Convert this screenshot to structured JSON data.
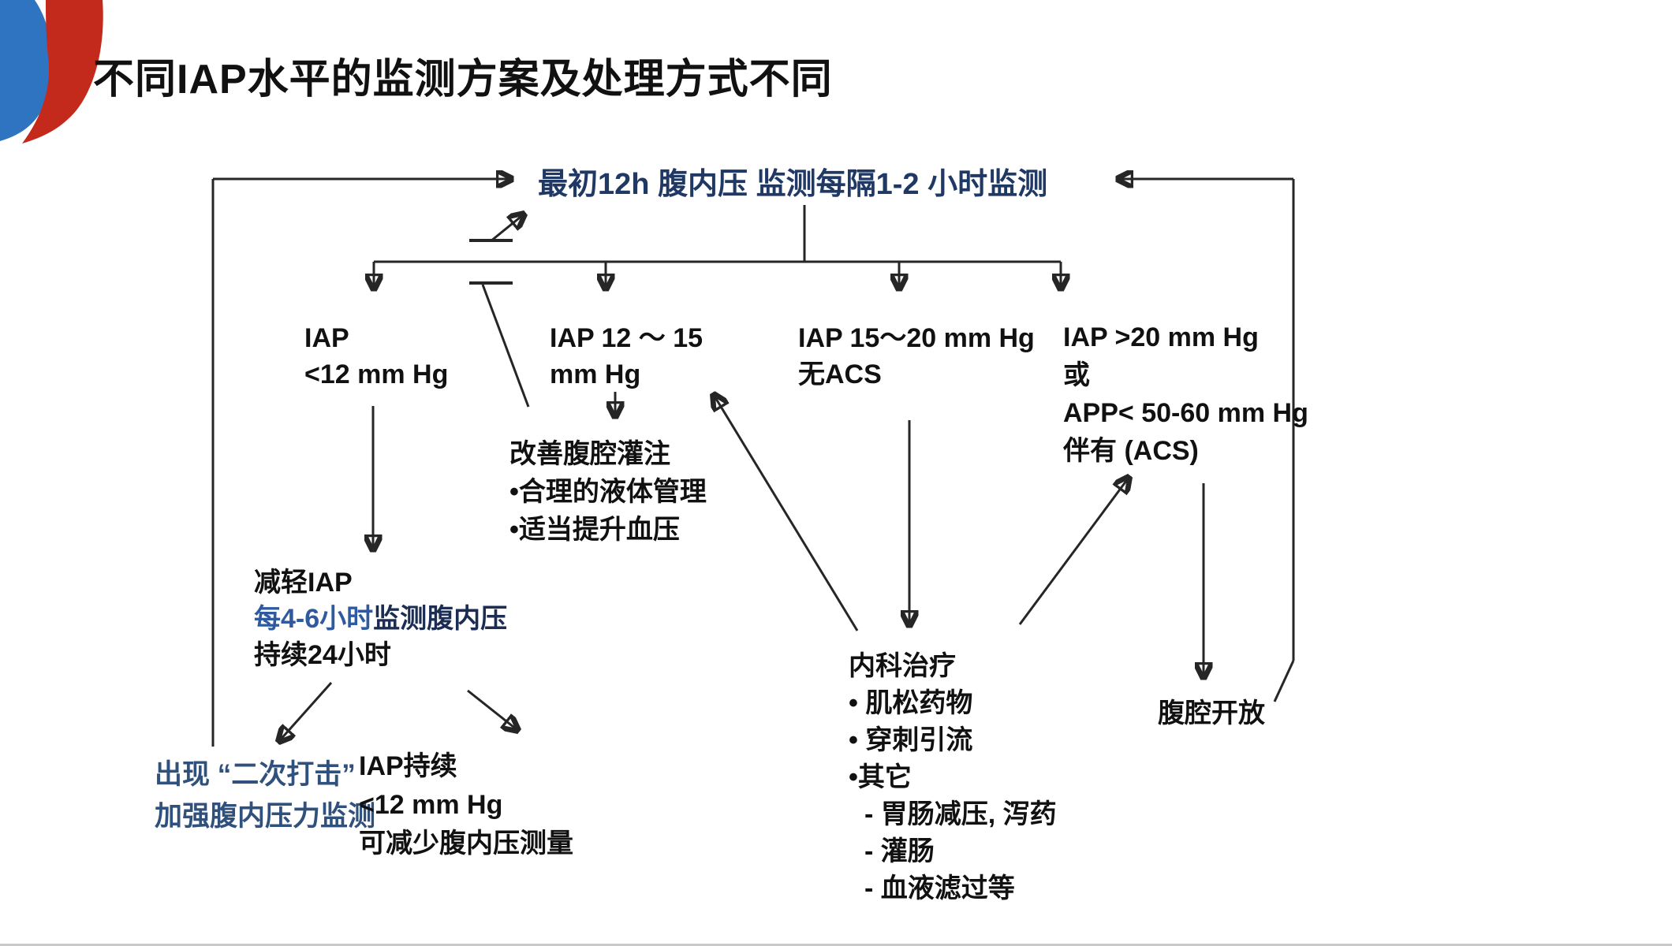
{
  "title": "不同IAP水平的监测方案及处理方式不同",
  "colors": {
    "title_text": "#111111",
    "top_node_navy": "#1f3864",
    "highlight_blue": "#2f5aa0",
    "second_hit_slate": "#30517c",
    "body_text": "#111111",
    "line": "#262626",
    "logo_blue": "#2e74c0",
    "logo_red": "#c42a1c"
  },
  "nodes": {
    "monitor_top": {
      "text": "最初12h 腹内压 监测每隔1-2 小时监测"
    },
    "iap_lt12": {
      "lines": [
        "IAP",
        "<12 mm Hg"
      ]
    },
    "iap_12_15": {
      "lines": [
        "IAP 12 ～ 15",
        "mm Hg"
      ]
    },
    "iap_15_20": {
      "lines": [
        "IAP 15～20 mm Hg",
        "无ACS"
      ]
    },
    "iap_gt20": {
      "lines": [
        "IAP >20 mm Hg",
        "或",
        "APP< 50-60 mm Hg",
        "伴有 (ACS)"
      ]
    },
    "improve": {
      "lines": [
        "改善腹腔灌注",
        "•合理的液体管理",
        "•适当提升血压"
      ]
    },
    "reduce": {
      "line1": "减轻IAP",
      "line2_blue": "每4-6小时",
      "line2_rest": "监测腹内压",
      "line3": "持续24小时"
    },
    "second_hit": {
      "lines": [
        "出现 “二次打击”",
        "加强腹内压力监测"
      ]
    },
    "iap_persist": {
      "lines": [
        "IAP持续",
        "<12 mm Hg",
        "可减少腹内压测量"
      ]
    },
    "medical": {
      "lines": [
        "内科治疗",
        "• 肌松药物",
        "• 穿刺引流",
        "•其它",
        "- 胃肠减压, 泻药",
        "- 灌肠",
        "- 血液滤过等"
      ]
    },
    "open_abdomen": {
      "text": "腹腔开放"
    }
  }
}
